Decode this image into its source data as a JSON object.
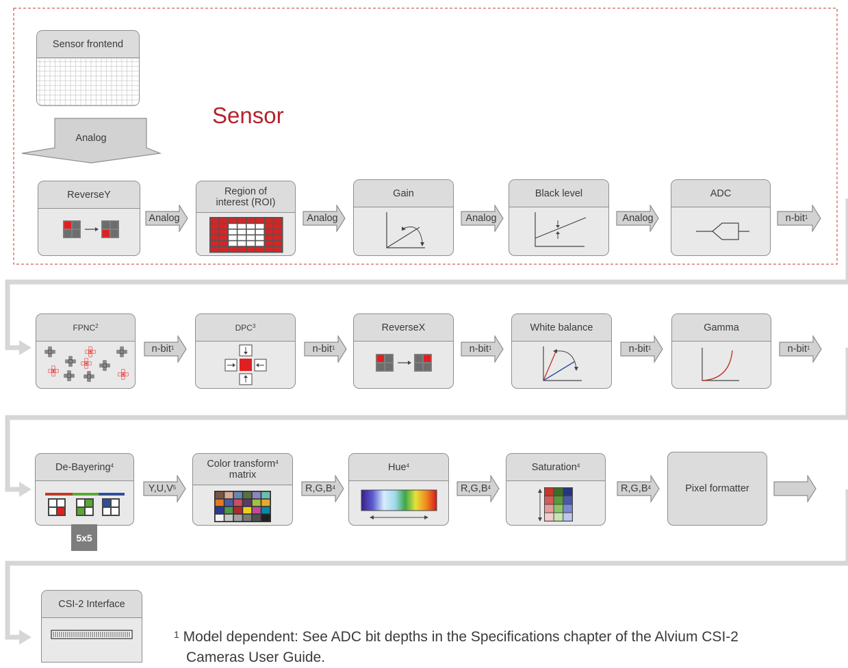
{
  "sensor_label": "Sensor",
  "footnote": {
    "number": "1",
    "line1": "Model dependent: See ADC bit depths in the Specifications chapter of the Alvium CSI-2",
    "line2": "Cameras User Guide."
  },
  "blocks": {
    "sensor_frontend": "Sensor frontend",
    "reverse_y": "ReverseY",
    "roi": "Region of interest (ROI)",
    "gain": "Gain",
    "black_level": "Black level",
    "adc": "ADC",
    "fpnc": {
      "label": "FPNC",
      "sup": "2"
    },
    "dpc": {
      "label": "DPC",
      "sup": "3"
    },
    "reverse_x": "ReverseX",
    "white_balance": "White balance",
    "gamma": "Gamma",
    "debayering": {
      "label": "De-Bayering",
      "sup": "4"
    },
    "color_transform": {
      "label1": "Color transform",
      "sup": "4",
      "label2": "matrix"
    },
    "hue": {
      "label": "Hue",
      "sup": "4"
    },
    "saturation": {
      "label": "Saturation",
      "sup": "4"
    },
    "pixel_formatter": "Pixel formatter",
    "csi2": "CSI-2 Interface"
  },
  "badge_5x5": "5x5",
  "arrows": {
    "analog_down": "Analog",
    "analog": "Analog",
    "nbit": {
      "label": "n-bit",
      "sup": "1"
    },
    "yuv": {
      "label": "Y,U,V",
      "sup": "5"
    },
    "rgb": {
      "label": "R,G,B",
      "sup": "4"
    }
  },
  "colors": {
    "accent_red": "#b3232d",
    "pixel_red": "#e02020",
    "block_fill": "#e9e9e9",
    "block_border": "#8d8d8d",
    "connector": "#d6d6d6"
  }
}
